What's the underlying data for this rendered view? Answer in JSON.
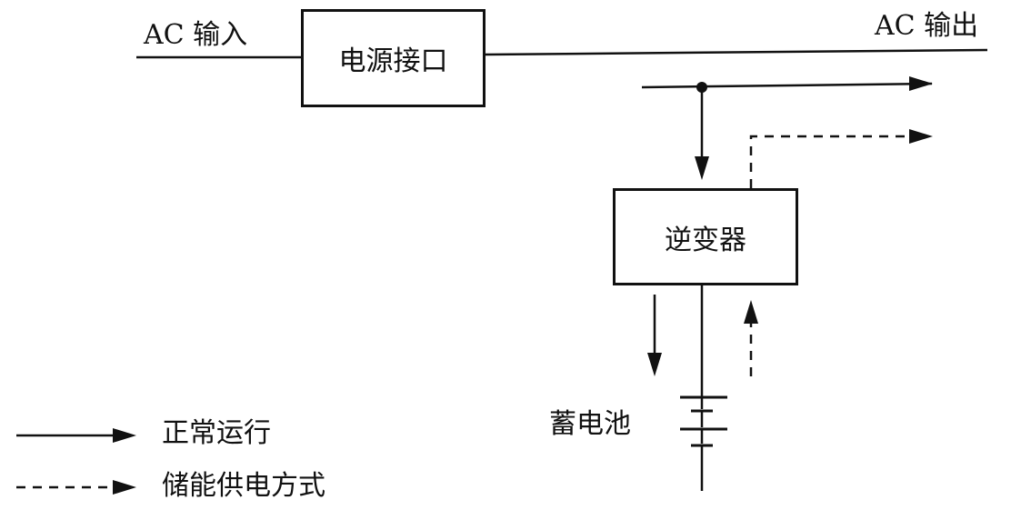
{
  "labels": {
    "ac_input": "AC 输入",
    "ac_output": "AC 输出",
    "battery": "蓄电池"
  },
  "blocks": {
    "power_interface": "电源接口",
    "inverter": "逆变器"
  },
  "legend": {
    "normal_operation": "正常运行",
    "backup_supply": "储能供电方式"
  }
}
